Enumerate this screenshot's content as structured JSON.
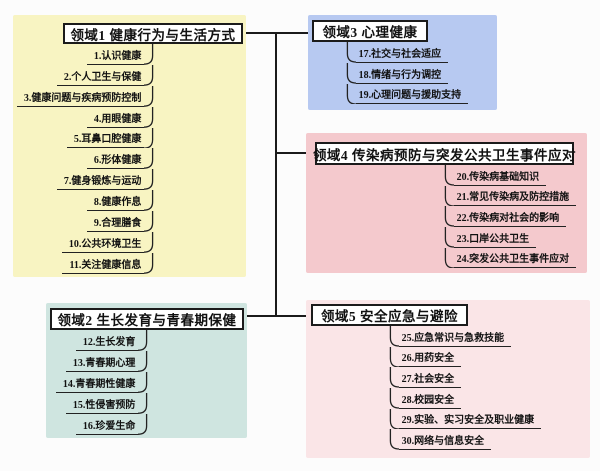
{
  "app": {
    "background": "#fcfcfc",
    "connector_color": "#1b1b1b",
    "underline_color": "#222222"
  },
  "domains": [
    {
      "id": "domain1",
      "title": "领域1 健康行为与生活方式",
      "box_color": "#f8f4c2",
      "items": [
        "1.认识健康",
        "2.个人卫生与保健",
        "3.健康问题与疾病预防控制",
        "4.用眼健康",
        "5.耳鼻口腔健康",
        "6.形体健康",
        "7.健身锻炼与运动",
        "8.健康作息",
        "9.合理膳食",
        "10.公共环境卫生",
        "11.关注健康信息"
      ]
    },
    {
      "id": "domain2",
      "title": "领域2 生长发育与青春期保健",
      "box_color": "#cfe5e0",
      "items": [
        "12.生长发育",
        "13.青春期心理",
        "14.青春期性健康",
        "15.性侵害预防",
        "16.珍爱生命"
      ]
    },
    {
      "id": "domain3",
      "title": "领域3 心理健康",
      "box_color": "#b7c9f1",
      "items": [
        "17.社交与社会适应",
        "18.情绪与行为调控",
        "19.心理问题与援助支持"
      ]
    },
    {
      "id": "domain4",
      "title": "领域4 传染病预防与突发公共卫生事件应对",
      "box_color": "#f4c9cd",
      "items": [
        "20.传染病基础知识",
        "21.常见传染病及防控措施",
        "22.传染病对社会的影响",
        "23.口岸公共卫生",
        "24.突发公共卫生事件应对"
      ]
    },
    {
      "id": "domain5",
      "title": "领域5 安全应急与避险",
      "box_color": "#fae5e7",
      "items": [
        "25.应急常识与急救技能",
        "26.用药安全",
        "27.社会安全",
        "28.校园安全",
        "29.实验、实习安全及职业健康",
        "30.网络与信息安全"
      ]
    }
  ]
}
